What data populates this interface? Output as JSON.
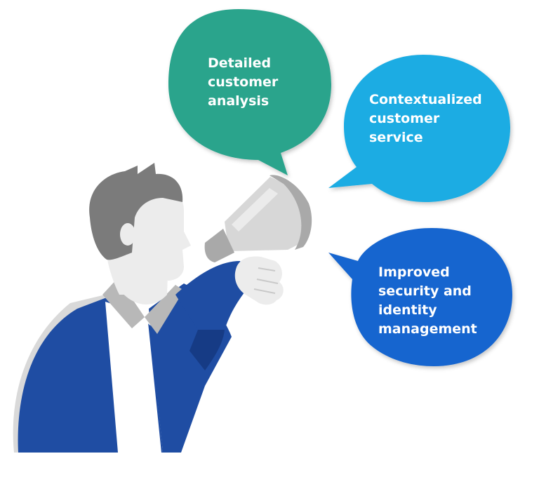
{
  "colors": {
    "bubble_green": "#2aa48c",
    "bubble_cyan": "#1aace3",
    "bubble_blue": "#1565cf",
    "suit": "#1f4da3",
    "suit_shade": "#163b85",
    "skin": "#ececec",
    "hair": "#7b7b7b",
    "megaphone": "#d7d7d7",
    "megaphone_shade": "#a9a9a9",
    "shirt": "#ffffff",
    "collar": "#b8b8b8"
  },
  "bubbles": {
    "green": {
      "lines": [
        "Detailed",
        "customer",
        "analysis"
      ]
    },
    "cyan": {
      "lines": [
        "Contextualized",
        "customer",
        "service"
      ]
    },
    "blue": {
      "lines": [
        "Improved",
        "security and",
        "identity",
        "management"
      ]
    }
  },
  "icons": {
    "person": "person-with-megaphone-illustration",
    "megaphone": "megaphone-icon"
  }
}
